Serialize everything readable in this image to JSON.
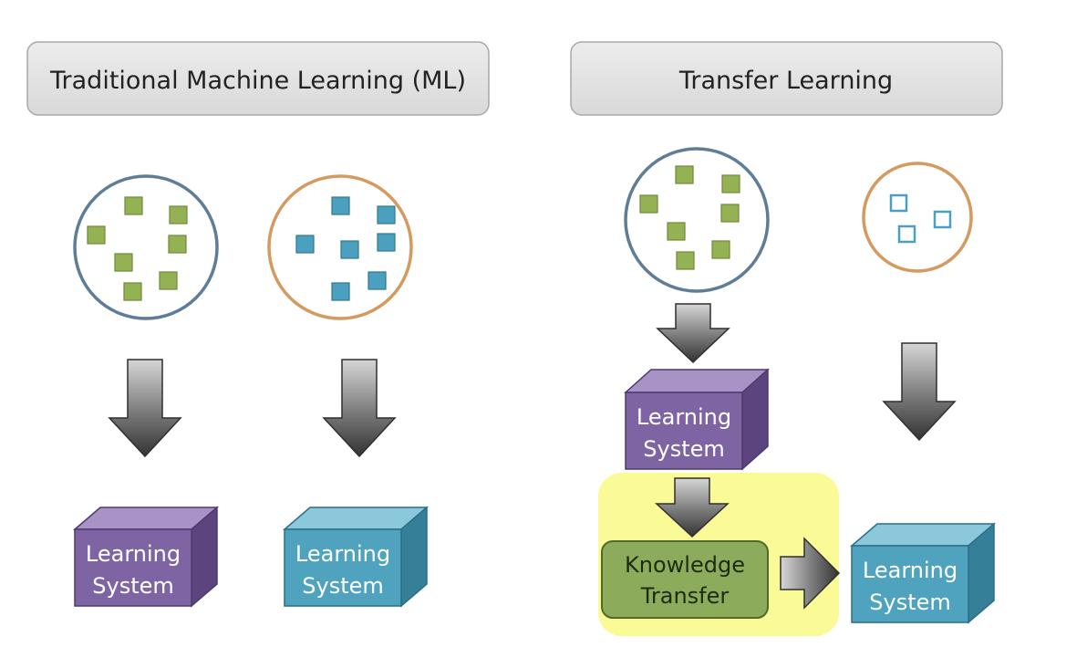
{
  "headers": {
    "traditional": "Traditional Machine Learning (ML)",
    "transfer": "Transfer Learning"
  },
  "boxes": {
    "box_label_line1": "Learning",
    "box_label_line2": "System",
    "knowledge_line1": "Knowledge",
    "knowledge_line2": "Transfer"
  },
  "colors": {
    "header_fill": "#e2e2e2",
    "header_stroke": "#a8a8a8",
    "green_square": "#94b254",
    "blue_square": "#4b9fbf",
    "circle_blue": "#5f7d97",
    "circle_orange": "#d49a5f",
    "purple_box": "#7f64a4",
    "teal_box": "#4fa3be",
    "knowledge_box": "#8cac5c",
    "highlight": "#fafa96",
    "arrow_dark": "#333333",
    "arrow_light": "#d8d8d8"
  }
}
